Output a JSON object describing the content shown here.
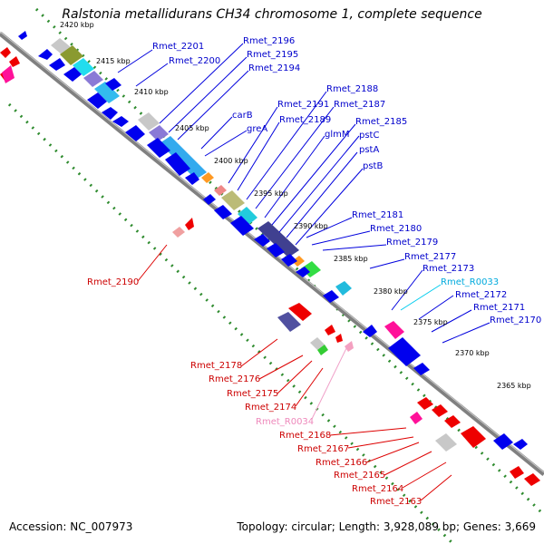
{
  "title": "Ralstonia metallidurans CH34 chromosome 1, complete sequence",
  "footer": {
    "accession": "Accession: NC_007973",
    "info": "Topology: circular; Length: 3,928,089 bp; Genes: 3,669"
  },
  "colors": {
    "forward": "#0000ee",
    "reverse": "#ee0000",
    "backbone": "#808080",
    "dots": "#2e8b2e",
    "fwd_label": "#0000cc",
    "rev_label": "#cc0000",
    "rna_fwd_label": "#00aadd",
    "rna_rev_label": "#ee88bb"
  },
  "kbp_ticks": [
    "2415 kbp",
    "2410 kbp",
    "2405 kbp",
    "2400 kbp",
    "2395 kbp",
    "2390 kbp",
    "2385 kbp",
    "2380 kbp",
    "2375 kbp",
    "2370 kbp",
    "2365 kbp"
  ],
  "top_partial_tick": "2420 kbp",
  "forward_labels": [
    "Rmet_2201",
    "Rmet_2200",
    "Rmet_2196",
    "Rmet_2195",
    "Rmet_2194",
    "carB",
    "greA",
    "Rmet_2191",
    "Rmet_2189",
    "Rmet_2188",
    "Rmet_2187",
    "glmM",
    "Rmet_2185",
    "pstC",
    "pstA",
    "pstB",
    "Rmet_2181",
    "Rmet_2180",
    "Rmet_2179",
    "Rmet_2177",
    "Rmet_2173",
    "Rmet_R0033",
    "Rmet_2172",
    "Rmet_2171",
    "Rmet_2170"
  ],
  "reverse_labels": [
    "Rmet_2190",
    "Rmet_2178",
    "Rmet_2176",
    "Rmet_2175",
    "Rmet_2174",
    "Rmet_R0034",
    "Rmet_2168",
    "Rmet_2167",
    "Rmet_2166",
    "Rmet_2165",
    "Rmet_2164",
    "Rmet_2163"
  ]
}
